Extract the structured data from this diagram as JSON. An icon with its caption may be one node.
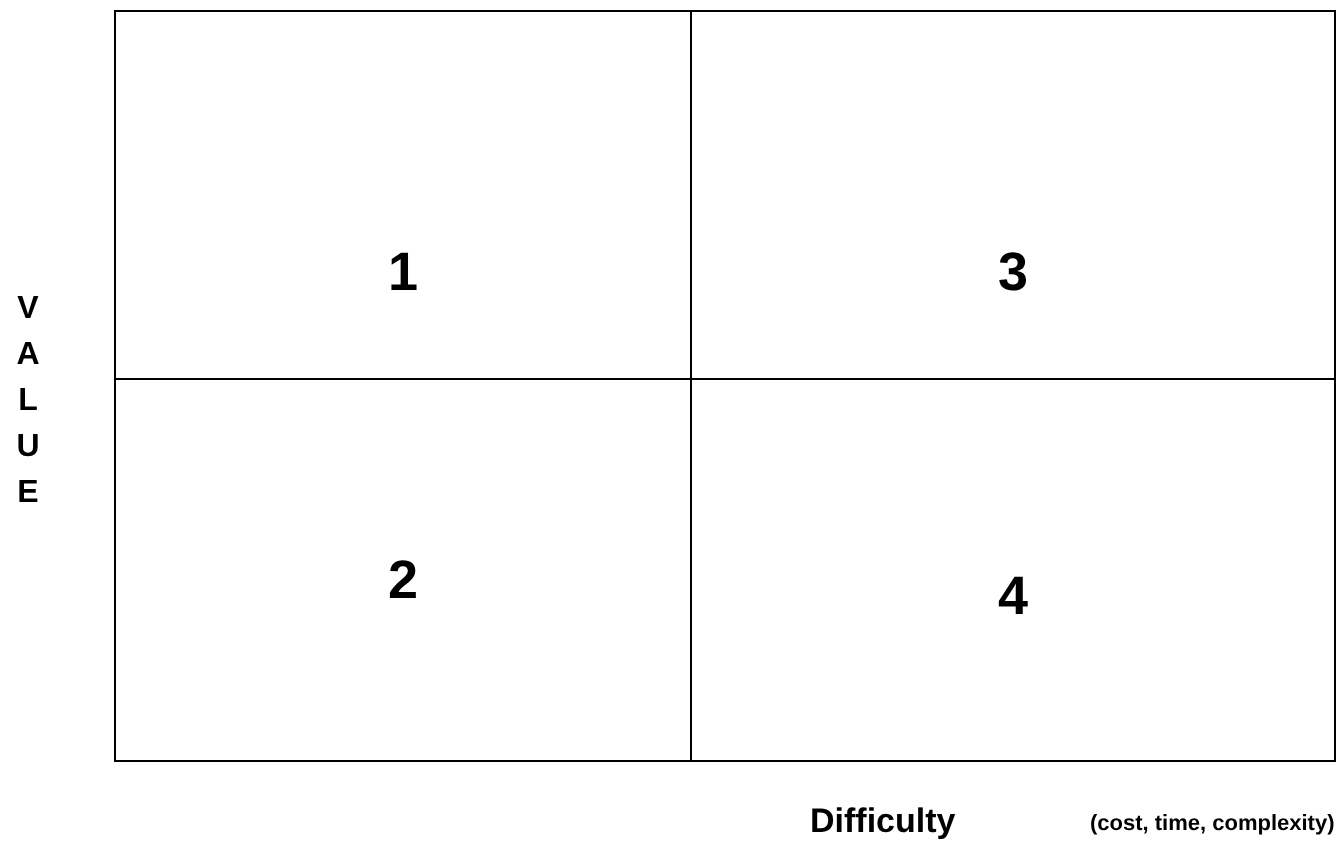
{
  "diagram": {
    "nodes": [
      {
        "text": [
          "1"
        ]
      },
      {
        "text": [
          "3"
        ]
      },
      {
        "text": [
          "2"
        ]
      },
      {
        "text": [
          "4"
        ]
      }
    ],
    "labels": [
      "VALUE",
      "Difficulty",
      "(cost, time, complexity)"
    ]
  }
}
